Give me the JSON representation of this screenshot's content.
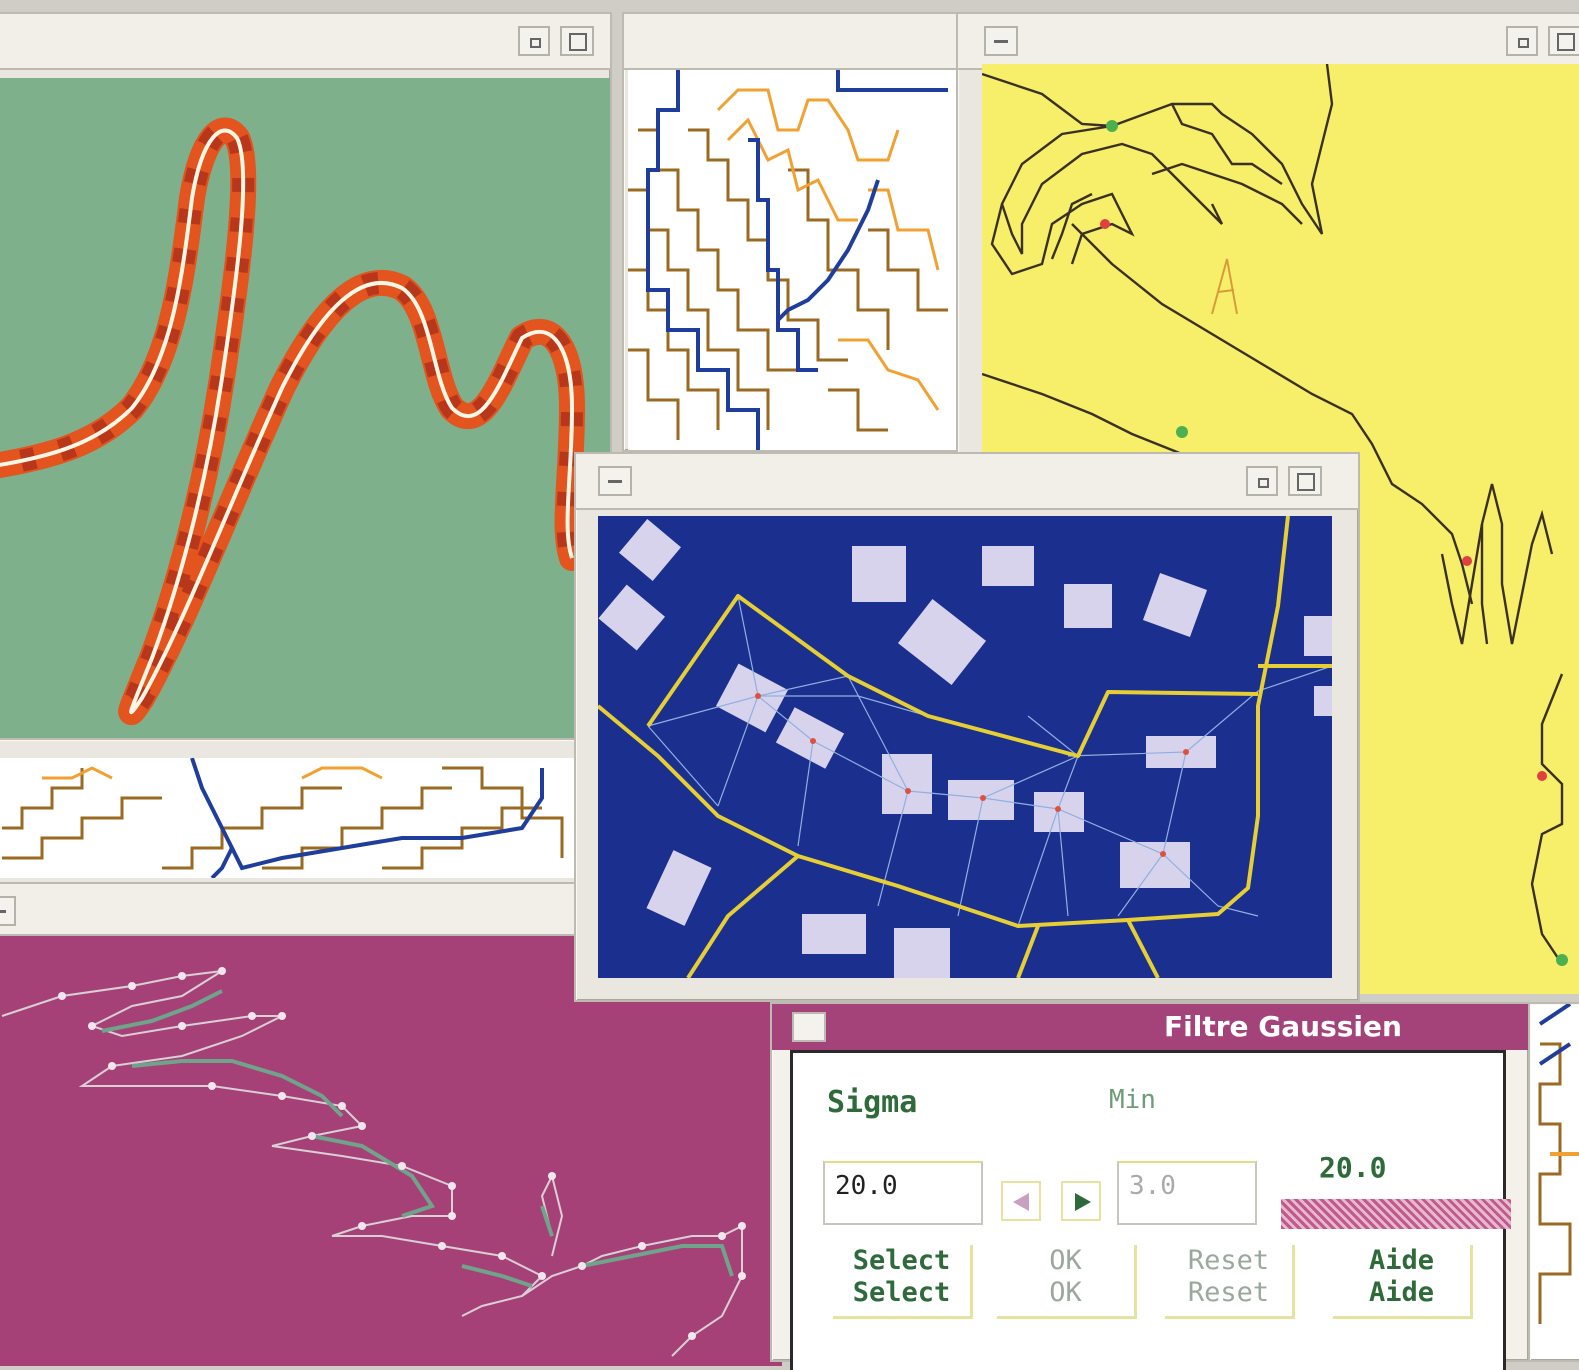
{
  "windows": {
    "river": {
      "title": ""
    },
    "contours": {
      "title": ""
    },
    "coast": {
      "title": "",
      "handwritten_label": "A"
    },
    "buildings": {
      "title": ""
    },
    "contours_bottom": {
      "title": ""
    },
    "polylines": {
      "title": ""
    }
  },
  "dialog": {
    "title": "Filtre Gaussien",
    "sigma_label": "Sigma",
    "min_label": "Min",
    "max_value": "20.0",
    "sigma_value": "20.0",
    "min_value": "3.0",
    "buttons": [
      {
        "line1": "Select",
        "line2": "Select"
      },
      {
        "line1": "OK",
        "line2": "OK"
      },
      {
        "line1": "Reset",
        "line2": "Reset"
      },
      {
        "line1": "Aide",
        "line2": "Aide"
      }
    ]
  },
  "colors": {
    "river_bg": "#7fb08c",
    "river_line": "#e3541e",
    "contour_brown": "#9b6a22",
    "contour_orange": "#f0a132",
    "contour_blue": "#1f3d9c",
    "coast_bg": "#f7ee6a",
    "buildings_bg": "#1b2f8e",
    "road_yellow": "#e6cf35",
    "polyline_bg": "#a64178",
    "dialog_title_bg": "#a4437a"
  }
}
